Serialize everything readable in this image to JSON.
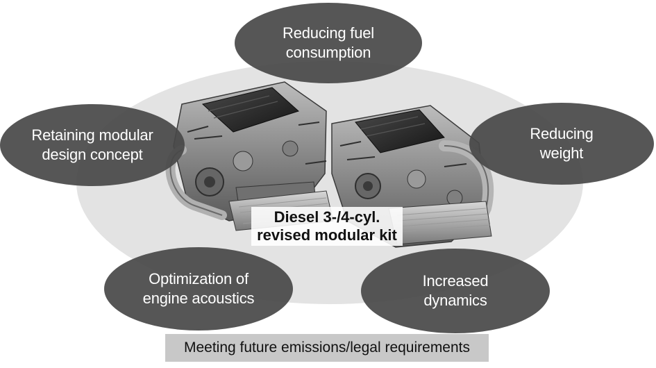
{
  "center_label": "Diesel 3-/4-cyl.\nrevised modular kit",
  "goals": {
    "fuel": "Reducing fuel\nconsumption",
    "modular": "Retaining modular\ndesign concept",
    "weight": "Reducing\nweight",
    "acoustics": "Optimization of\nengine acoustics",
    "dynamics": "Increased\ndynamics"
  },
  "footer": "Meeting future emissions/legal requirements",
  "colors": {
    "background_oval": "#e3e3e3",
    "bubble_fill": "#484848",
    "bubble_text": "#ffffff",
    "footer_fill": "#c8c8c8"
  }
}
